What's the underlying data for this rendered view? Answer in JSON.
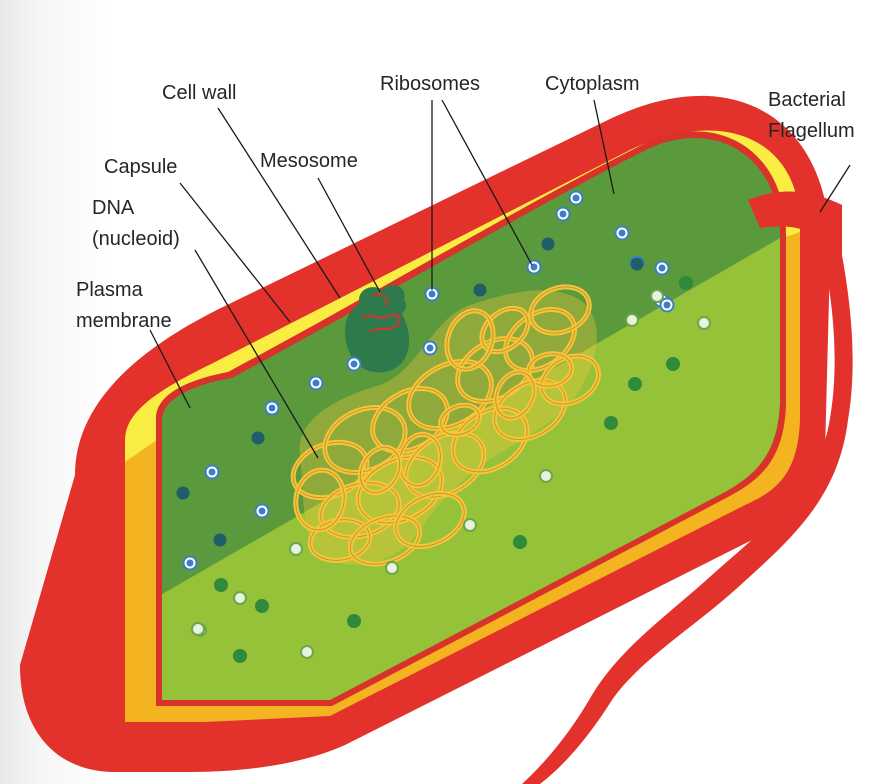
{
  "labels": {
    "cell_wall": "Cell wall",
    "ribosomes": "Ribosomes",
    "cytoplasm": "Cytoplasm",
    "bacterial_flagellum_line1": "Bacterial",
    "bacterial_flagellum_line2": "Flagellum",
    "capsule": "Capsule",
    "mesosome": "Mesosome",
    "dna_line1": "DNA",
    "dna_line2": "(nucleoid)",
    "plasma_membrane_line1": "Plasma",
    "plasma_membrane_line2": "membrane"
  },
  "colors": {
    "capsule": "#e2322b",
    "cell_wall": "#f9ec43",
    "wall_lower": "#f4b321",
    "membrane": "#d8322a",
    "cytoplasm_upper": "#5a9a3c",
    "cytoplasm_lower": "#96c23a",
    "dna": "#f5c53a",
    "dna_outline": "#c9962a",
    "mesosome": "#2f7a4c",
    "ribosome_blue": "#3d7fc4",
    "ribosome_dark": "#1f5e6a",
    "granule_green": "#2f8a3a",
    "label_text": "#262626"
  }
}
